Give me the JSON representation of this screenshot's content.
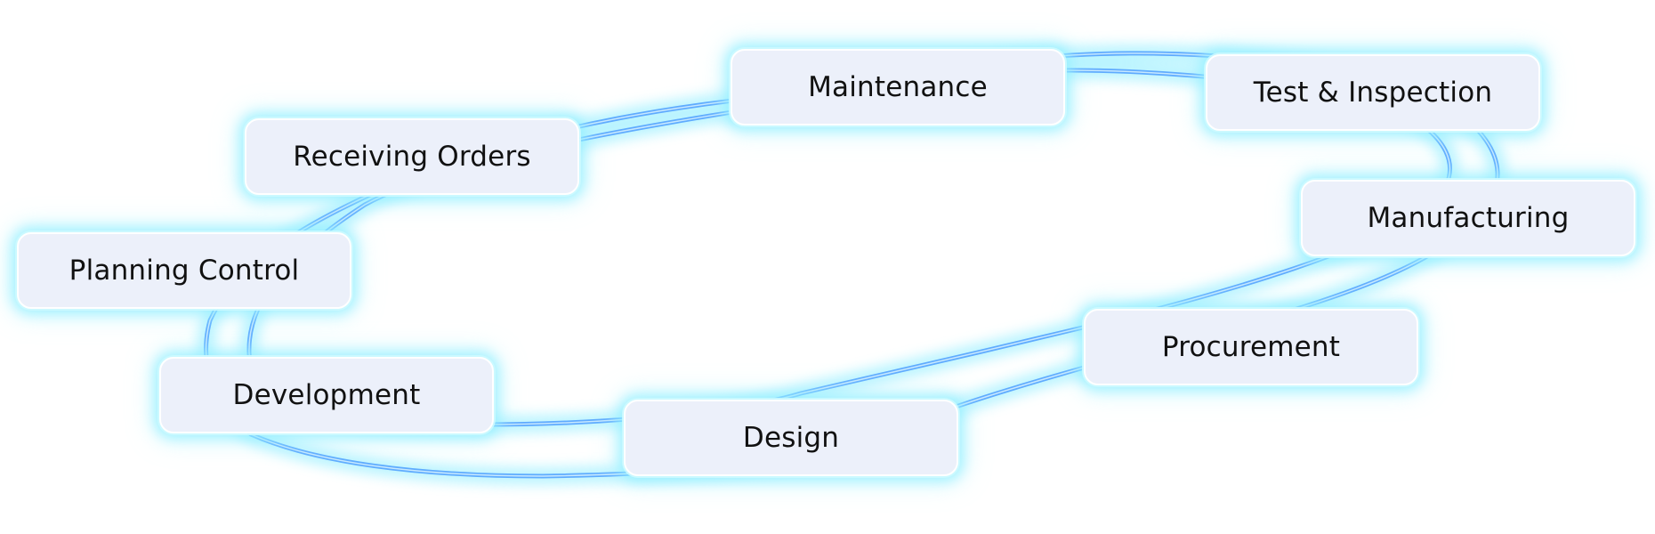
{
  "diagram": {
    "type": "cycle",
    "colors": {
      "node_fill": "#ecf0fa",
      "node_glow": "#8ceeff",
      "ring_stroke": "#5aa8ff",
      "ring_glow": "#9ff0ff",
      "text": "#111111"
    },
    "nodes": {
      "maintenance": "Maintenance",
      "test_inspection": "Test & Inspection",
      "receiving_orders": "Receiving Orders",
      "manufacturing": "Manufacturing",
      "planning_control": "Planning Control",
      "procurement": "Procurement",
      "development": "Development",
      "design": "Design"
    }
  }
}
